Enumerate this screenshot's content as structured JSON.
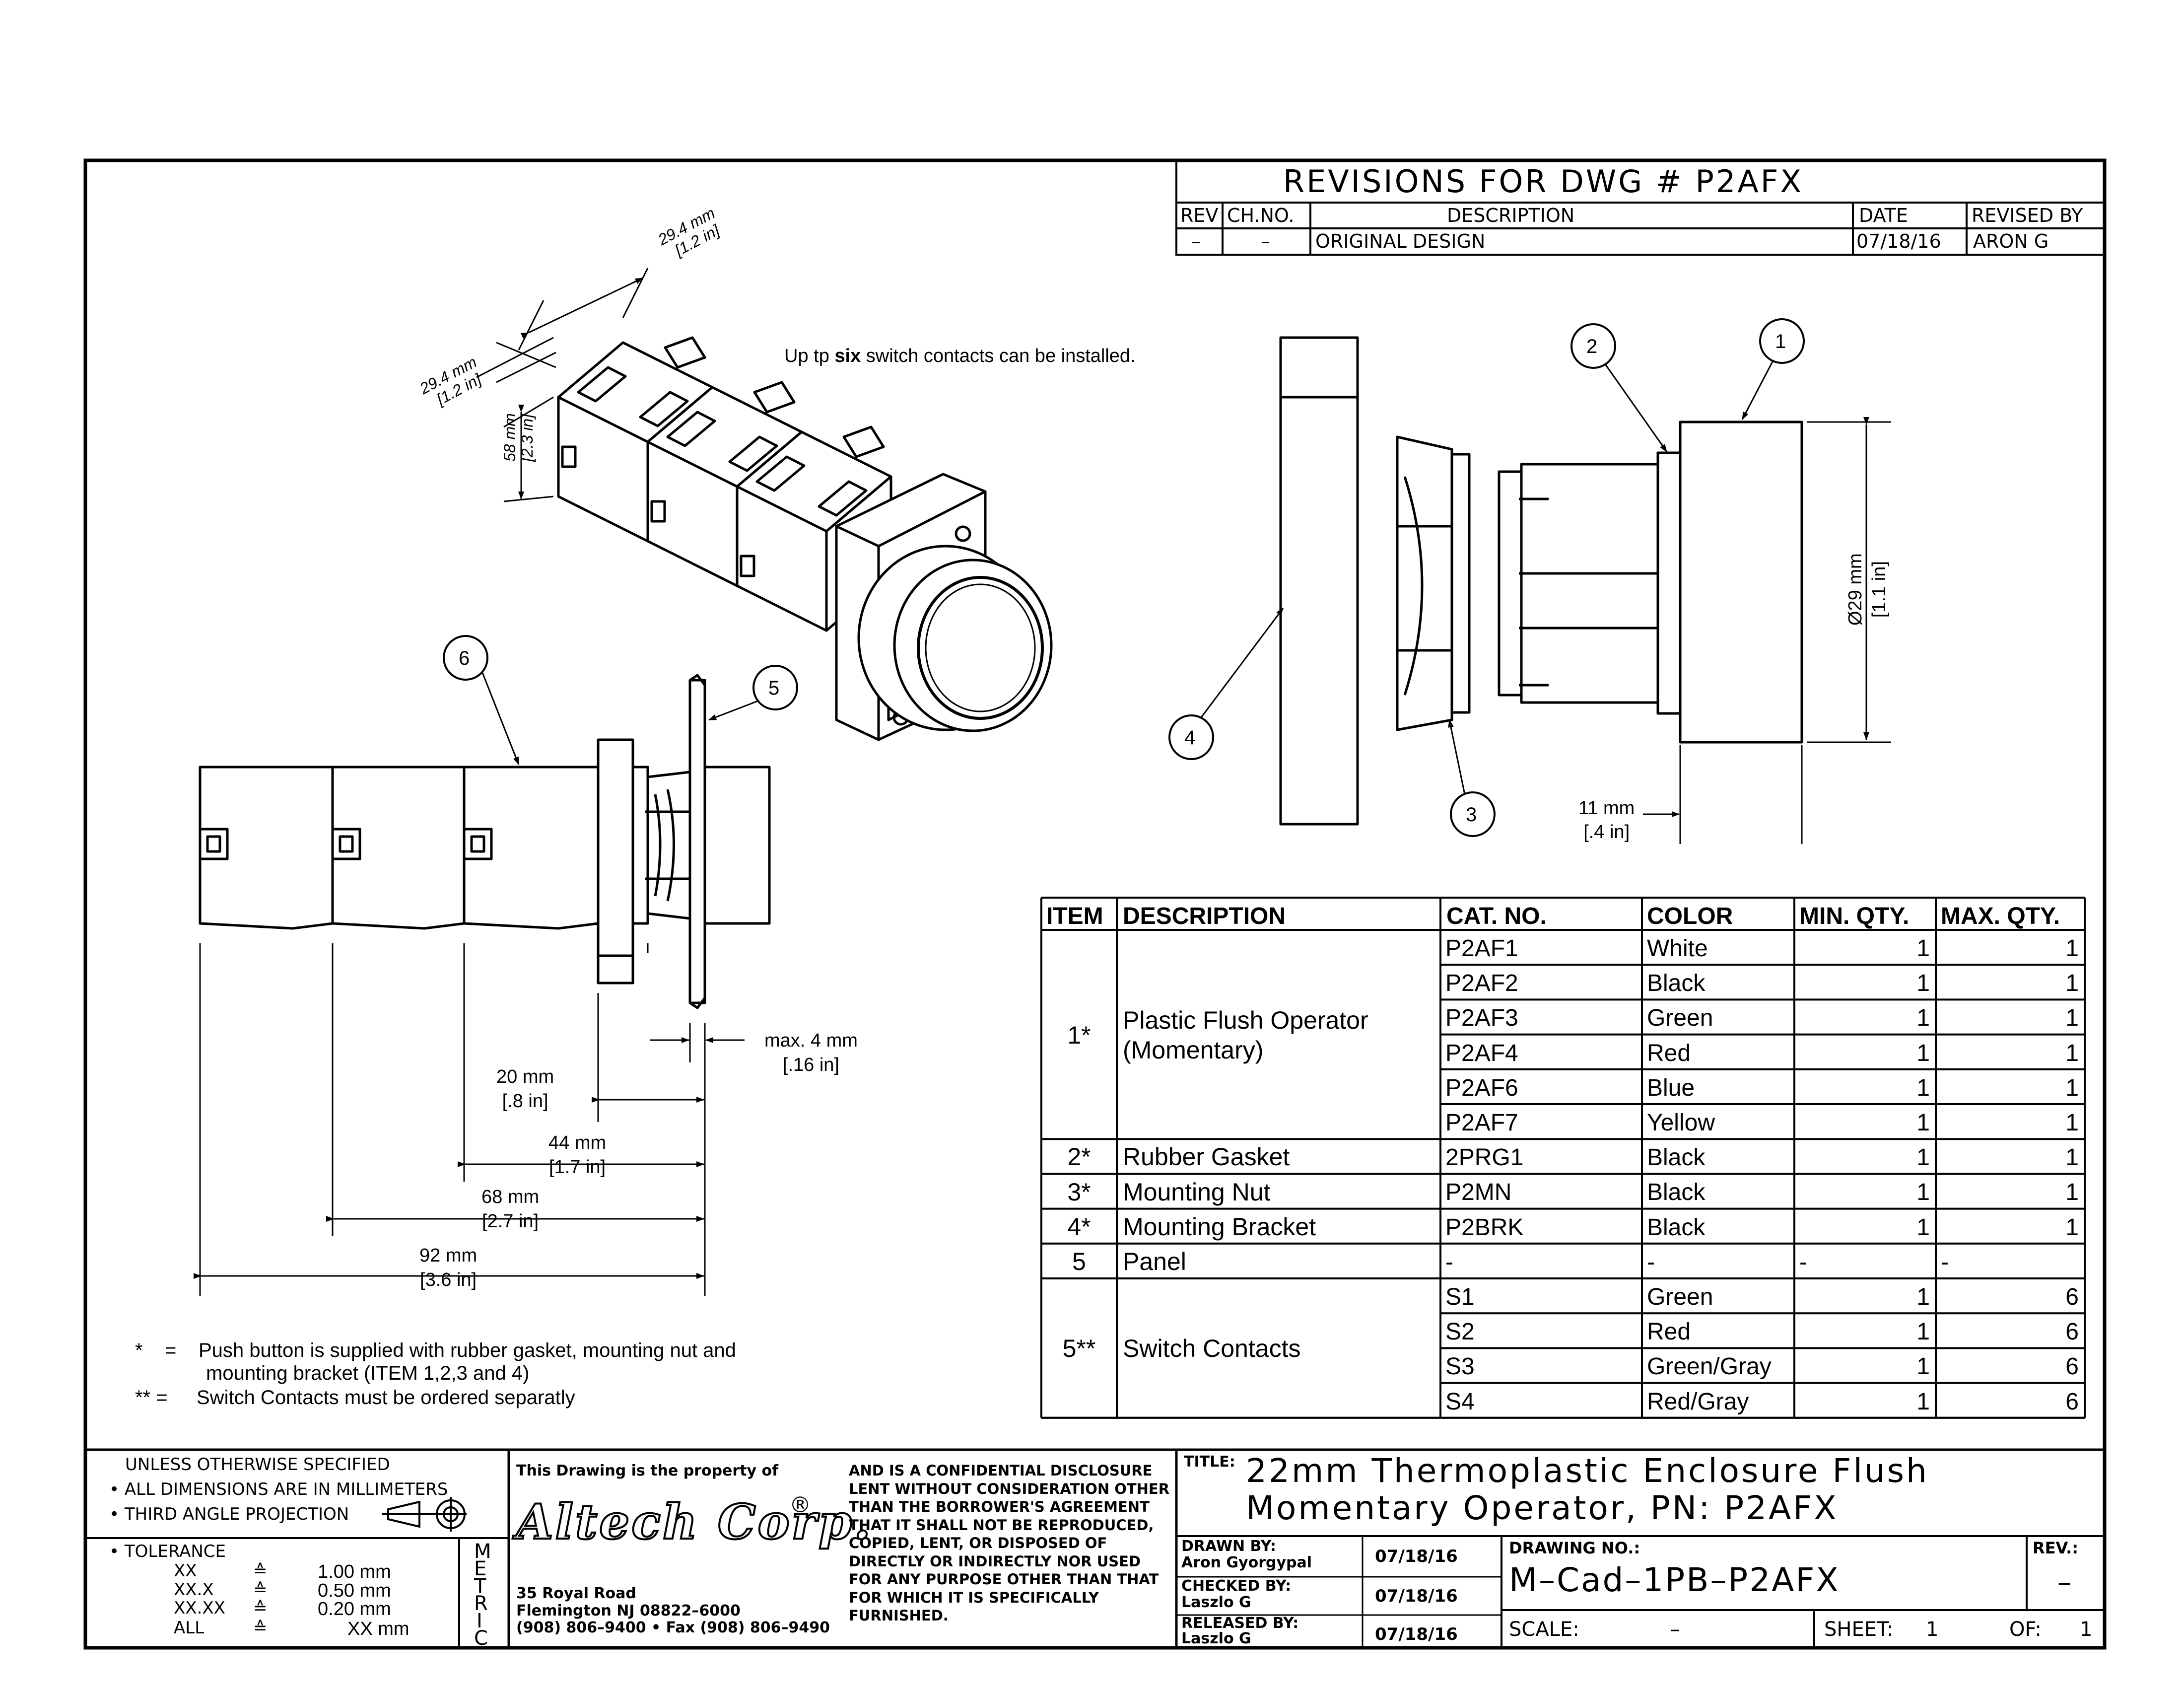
{
  "revisions": {
    "title": "REVISIONS FOR DWG # P2AFX",
    "headers": [
      "REV",
      "CH.NO.",
      "DESCRIPTION",
      "DATE",
      "REVISED BY"
    ],
    "rows": [
      [
        "–",
        "–",
        "ORIGINAL DESIGN",
        "07/18/16",
        "ARON G"
      ]
    ]
  },
  "iso": {
    "note_pre": "Up tp ",
    "note_bold": "six",
    "note_post": " switch contacts can be installed.",
    "dim_depth_mm": "29.4 mm",
    "dim_depth_in": "[1.2 in]",
    "dim_width_mm": "29.4 mm",
    "dim_width_in": "[1.2 in]",
    "dim_height_mm": "58 mm",
    "dim_height_in": "[2.3 in]"
  },
  "side": {
    "dim_max_mm": "max. 4 mm",
    "dim_max_in": "[.16 in]",
    "dim_20_mm": "20 mm",
    "dim_20_in": "[.8 in]",
    "dim_44_mm": "44 mm",
    "dim_44_in": "[1.7 in]",
    "dim_68_mm": "68 mm",
    "dim_68_in": "[2.7 in]",
    "dim_92_mm": "92 mm",
    "dim_92_in": "[3.6 in]"
  },
  "exploded": {
    "dim_dia_mm": "Ø29 mm",
    "dim_dia_in": "[1.1 in]",
    "dim_11_mm": "11 mm",
    "dim_11_in": "[.4 in]"
  },
  "balloons": [
    "1",
    "2",
    "3",
    "4",
    "5",
    "6"
  ],
  "notes": {
    "n1_sym": "*",
    "n1_eq": "=",
    "n1_line1": "Push button is supplied with rubber gasket, mounting nut and",
    "n1_line2": "mounting bracket (ITEM 1,2,3 and 4)",
    "n2_sym": "** =",
    "n2_text": "Switch Contacts must be ordered separatly"
  },
  "bom": {
    "headers": [
      "ITEM",
      "DESCRIPTION",
      "CAT. NO.",
      "COLOR",
      "MIN. QTY.",
      "MAX. QTY."
    ],
    "groups": [
      {
        "item": "1*",
        "desc": [
          "Plastic Flush Operator",
          "(Momentary)"
        ],
        "rows": [
          [
            "P2AF1",
            "White",
            "1",
            "1"
          ],
          [
            "P2AF2",
            "Black",
            "1",
            "1"
          ],
          [
            "P2AF3",
            "Green",
            "1",
            "1"
          ],
          [
            "P2AF4",
            "Red",
            "1",
            "1"
          ],
          [
            "P2AF6",
            "Blue",
            "1",
            "1"
          ],
          [
            "P2AF7",
            "Yellow",
            "1",
            "1"
          ]
        ]
      },
      {
        "item": "2*",
        "desc": [
          "Rubber Gasket"
        ],
        "rows": [
          [
            "2PRG1",
            "Black",
            "1",
            "1"
          ]
        ]
      },
      {
        "item": "3*",
        "desc": [
          "Mounting Nut"
        ],
        "rows": [
          [
            "P2MN",
            "Black",
            "1",
            "1"
          ]
        ]
      },
      {
        "item": "4*",
        "desc": [
          "Mounting Bracket"
        ],
        "rows": [
          [
            "P2BRK",
            "Black",
            "1",
            "1"
          ]
        ]
      },
      {
        "item": "5",
        "desc": [
          "Panel"
        ],
        "rows": [
          [
            "-",
            "-",
            "-",
            "-"
          ]
        ]
      },
      {
        "item": "5**",
        "desc": [
          "Switch Contacts"
        ],
        "rows": [
          [
            "S1",
            "Green",
            "1",
            "6"
          ],
          [
            "S2",
            "Red",
            "1",
            "6"
          ],
          [
            "S3",
            "Green/Gray",
            "1",
            "6"
          ],
          [
            "S4",
            "Red/Gray",
            "1",
            "6"
          ]
        ]
      }
    ]
  },
  "title_block": {
    "spec_title": "UNLESS OTHERWISE SPECIFIED",
    "spec_1": "• ALL DIMENSIONS ARE IN MILLIMETERS",
    "spec_2": "• THIRD ANGLE PROJECTION",
    "tol_title": "• TOLERANCE",
    "tolerances": [
      {
        "k": "XX",
        "v": "1.00 mm"
      },
      {
        "k": "XX.X",
        "v": "0.50 mm"
      },
      {
        "k": "XX.XX",
        "v": "0.20 mm"
      },
      {
        "k": "ALL",
        "v": "XX mm"
      }
    ],
    "tol_sym": "≙",
    "metric": [
      "M",
      "E",
      "T",
      "R",
      "I",
      "C"
    ],
    "property": "This Drawing is the property of",
    "company": "Altech Corp.",
    "registered": "®",
    "addr_1": "35 Royal Road",
    "addr_2": "Flemington NJ 08822–6000",
    "addr_3": "(908) 806–9400 • Fax (908) 806–9490",
    "confidential": [
      "AND IS A CONFIDENTIAL DISCLOSURE",
      "LENT WITHOUT CONSIDERATION OTHER",
      "THAN THE BORROWER'S AGREEMENT",
      "THAT IT SHALL NOT BE REPRODUCED,",
      "COPIED, LENT, OR DISPOSED OF",
      "DIRECTLY OR INDIRECTLY NOR USED",
      "FOR ANY PURPOSE OTHER THAN THAT",
      "FOR WHICH IT IS SPECIFICALLY",
      "FURNISHED."
    ],
    "title_label": "TITLE:",
    "title_1": "22mm Thermoplastic Enclosure Flush",
    "title_2": "Momentary Operator, PN: P2AFX",
    "drawn_label": "DRAWN BY:",
    "drawn_name": "Aron Gyorgypal",
    "drawn_date": "07/18/16",
    "checked_label": "CHECKED BY:",
    "checked_name": "Laszlo G",
    "checked_date": "07/18/16",
    "released_label": "RELEASED BY:",
    "released_name": "Laszlo G",
    "released_date": "07/18/16",
    "dwg_label": "DRAWING NO.:",
    "dwg_no": "M–Cad–1PB–P2AFX",
    "rev_label": "REV.:",
    "rev_value": "–",
    "scale_label": "SCALE:",
    "scale_value": "–",
    "sheet_label": "SHEET:",
    "sheet_value": "1",
    "of_label": "OF:",
    "of_value": "1"
  }
}
